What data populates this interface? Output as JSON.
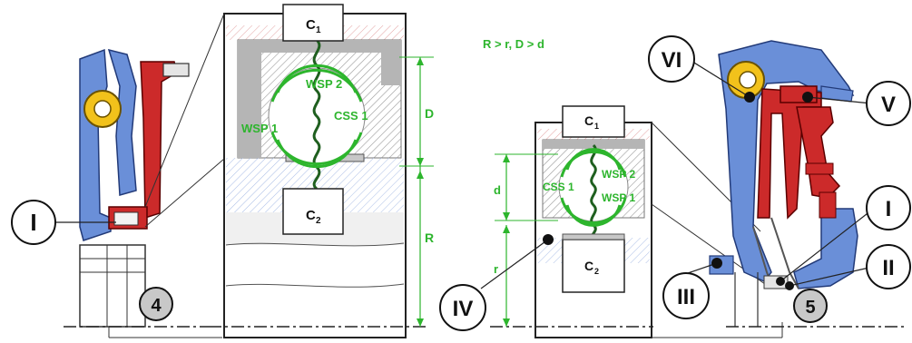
{
  "condition": "R > r, D > d",
  "large_detail": {
    "c1": "C",
    "c1_sub": "1",
    "c2": "C",
    "c2_sub": "2",
    "wsp2": "WSP 2",
    "wsp1": "WSP 1",
    "css1": "CSS 1",
    "dim_D": "D",
    "dim_R": "R"
  },
  "small_detail": {
    "c1": "C",
    "c1_sub": "1",
    "c2": "C",
    "c2_sub": "2",
    "wsp2": "WSP 2",
    "wsp1": "WSP 1",
    "css1": "CSS 1",
    "dim_d": "d",
    "dim_r": "r"
  },
  "markers": {
    "left_I": "I",
    "left_4": "4",
    "IV": "IV",
    "III": "III",
    "five": "5",
    "VI": "VI",
    "V": "V",
    "right_I": "I",
    "II": "II"
  },
  "colors": {
    "green": "#2db52d",
    "dark_green": "#1f5f1f",
    "blue": "#6a8fd8",
    "red": "#cc2a2a",
    "yellow": "#f2c21b"
  }
}
